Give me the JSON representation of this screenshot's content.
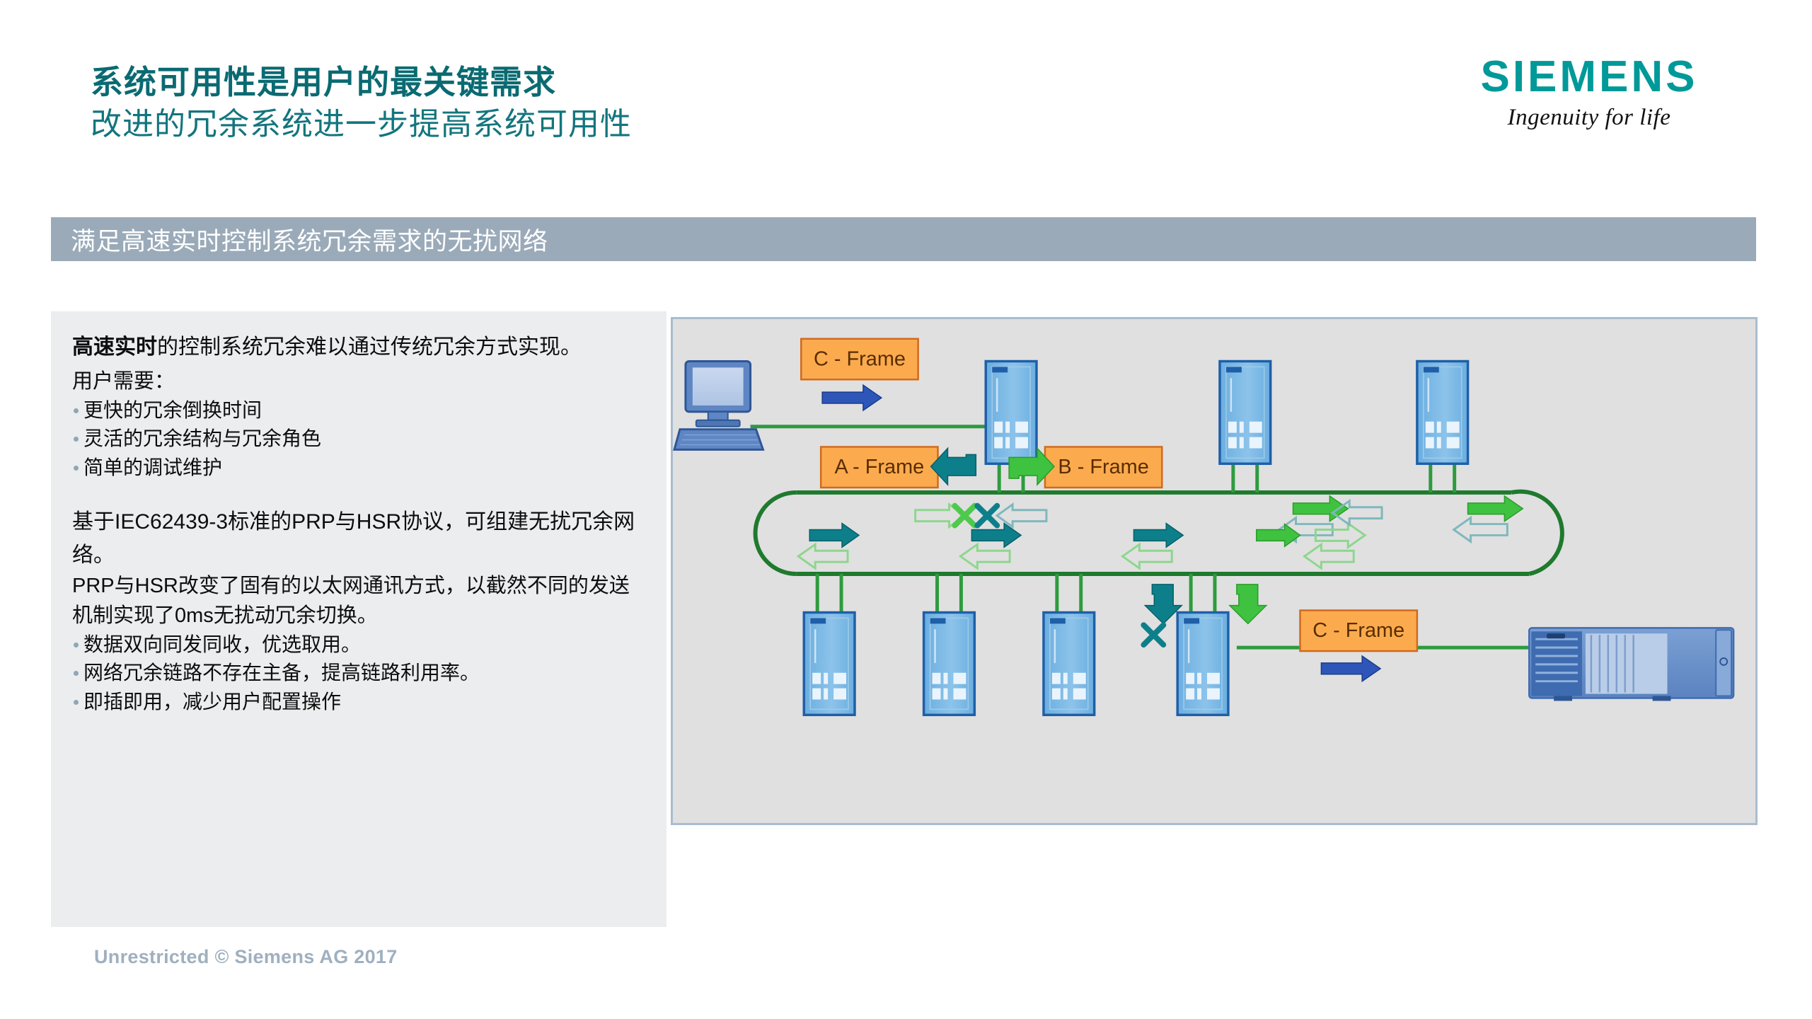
{
  "header": {
    "title_line1": "系统可用性是用户的最关键需求",
    "title_line2": "改进的冗余系统进一步提高系统可用性",
    "logo_wordmark": "SIEMENS",
    "logo_tagline": "Ingenuity for life",
    "brand_color": "#009999",
    "title_color": "#0a6a72"
  },
  "banner": {
    "text": "满足高速实时控制系统冗余需求的无扰网络",
    "background": "#9aaab9",
    "text_color": "#ffffff"
  },
  "text_panel": {
    "background": "#ebedee",
    "para1_bold": "高速实时",
    "para1_rest": "的控制系统冗余难以通过传统冗余方式实现。",
    "para2": "用户需要：",
    "bullets1": [
      "更快的冗余倒换时间",
      "灵活的冗余结构与冗余角色",
      "简单的调试维护"
    ],
    "para3": "基于IEC62439-3标准的PRP与HSR协议，可组建无扰冗余网络。",
    "para4": "PRP与HSR改变了固有的以太网通讯方式，以截然不同的发送机制实现了0ms无扰动冗余切换。",
    "bullets2": [
      "数据双向同发同收，优选取用。",
      "网络冗余链路不存在主备，提高链路利用率。",
      "即插即用，减少用户配置操作"
    ]
  },
  "diagram": {
    "background": "#e0e0e0",
    "border_color": "#a8bdd0",
    "frame_box_fill": "#f9a councils",
    "frame_labels": {
      "c_frame_top": "C - Frame",
      "a_frame": "A - Frame",
      "b_frame": "B - Frame",
      "c_frame_bottom": "C - Frame"
    },
    "colors": {
      "frame_box_fill": "#fbab4e",
      "frame_box_border": "#d2691e",
      "frame_text": "#5a2d00",
      "link_green": "#2e9b3e",
      "link_green_dark": "#1f7a2e",
      "arrow_blue": "#2d56b8",
      "arrow_teal": "#0d7f8a",
      "arrow_green_bright": "#3fc23f",
      "arrow_hollow_stroke": "#8ed68e",
      "switch_body": "#6aaee0",
      "switch_border": "#1f5fa8",
      "pc_body": "#5f86c4",
      "motor_body": "#6d95cf",
      "x_mark_green": "#4ec94e",
      "x_mark_teal": "#0d7f8a"
    },
    "nodes": {
      "pc": "workstation-pc",
      "motor": "motor-drive",
      "switches_top": [
        "switch-top-1",
        "switch-top-2",
        "switch-top-3"
      ],
      "switches_bottom": [
        "switch-bottom-1",
        "switch-bottom-2",
        "switch-bottom-3",
        "switch-bottom-4"
      ]
    }
  },
  "footer": {
    "text": "Unrestricted © Siemens AG 2017",
    "color": "#9fb0bf"
  }
}
